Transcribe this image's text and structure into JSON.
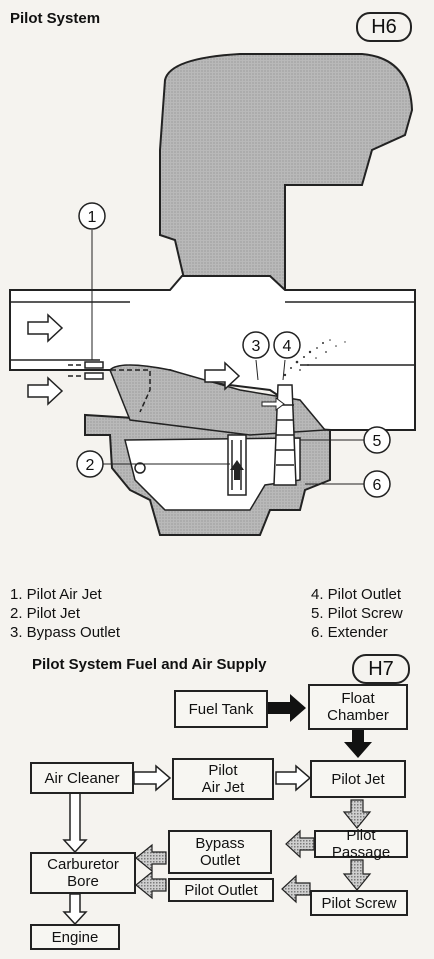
{
  "h6": {
    "title": "Pilot System",
    "badge": "H6",
    "callouts": [
      "1",
      "2",
      "3",
      "4",
      "5",
      "6"
    ],
    "legend": [
      "1. Pilot Air Jet",
      "2. Pilot Jet",
      "3. Bypass Outlet",
      "4. Pilot Outlet",
      "5. Pilot Screw",
      "6. Extender"
    ]
  },
  "h7": {
    "title": "Pilot System Fuel and Air Supply",
    "badge": "H7",
    "boxes": {
      "fuel_tank": "Fuel Tank",
      "float_chamber": "Float\nChamber",
      "air_cleaner": "Air Cleaner",
      "pilot_air_jet": "Pilot\nAir Jet",
      "pilot_jet": "Pilot Jet",
      "bypass_outlet": "Bypass\nOutlet",
      "pilot_passage": "Pilot Passage",
      "carburetor_bore": "Carburetor\nBore",
      "pilot_outlet": "Pilot Outlet",
      "pilot_screw": "Pilot Screw",
      "engine": "Engine"
    }
  }
}
